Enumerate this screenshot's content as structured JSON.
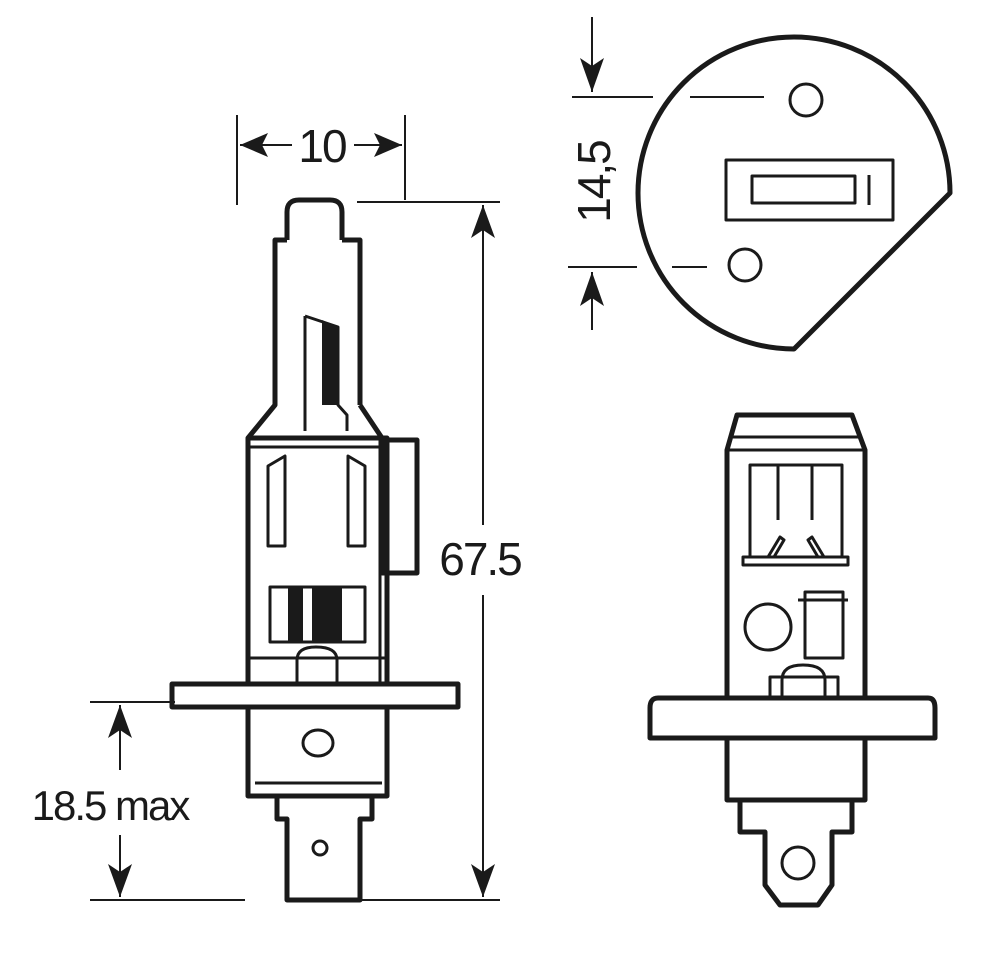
{
  "dimensions": {
    "width_label": "10",
    "height_label": "67.5",
    "base_label": "18.5 max",
    "pin_spacing_label": "14,5"
  },
  "colors": {
    "line": "#1a1a1a",
    "background": "#ffffff"
  }
}
